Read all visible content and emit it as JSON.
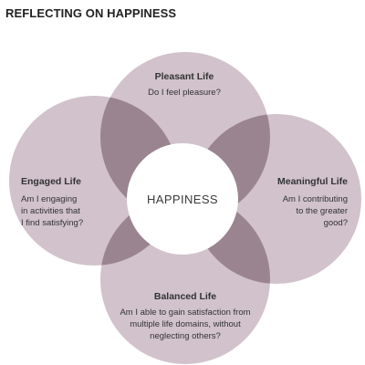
{
  "title": "REFLECTING ON HAPPINESS",
  "colors": {
    "petal": "#d1c2cb",
    "overlap": "#99848f",
    "center": "#ffffff",
    "text": "#333333"
  },
  "center_label": "HAPPINESS",
  "petals": {
    "pleasant": {
      "heading": "Pleasant Life",
      "question": [
        "Do I feel pleasure?"
      ]
    },
    "engaged": {
      "heading": "Engaged Life",
      "question": [
        "Am I engaging",
        "in activities that",
        "I find satisfying?"
      ]
    },
    "meaningful": {
      "heading": "Meaningful Life",
      "question": [
        "Am I contributing",
        "to the greater",
        "good?"
      ]
    },
    "balanced": {
      "heading": "Balanced Life",
      "question": [
        "Am I able to gain satisfaction from",
        "multiple life domains, without",
        "neglecting others?"
      ]
    }
  }
}
